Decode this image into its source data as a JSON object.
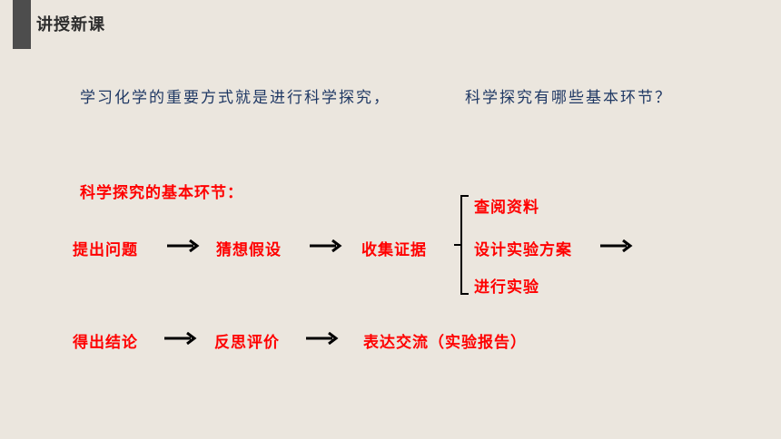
{
  "header": {
    "title": "讲授新课"
  },
  "intro": {
    "question_part1": "学习化学的重要方式就是进行科学探究，",
    "question_part2": "科学探究有哪些基本环节？"
  },
  "section": {
    "heading": "科学探究的基本环节："
  },
  "row1": {
    "step1": "提出问题",
    "step2": "猜想假设",
    "step3": "收集证据"
  },
  "branches": {
    "item1": "查阅资料",
    "item2": "设计实验方案",
    "item3": "进行实验"
  },
  "row2": {
    "step1": "得出结论",
    "step2": "反思评价",
    "step3": "表达交流（实验报告）"
  },
  "colors": {
    "background": "#ebe6de",
    "header_bar": "#4d4d4d",
    "question_text": "#1f3864",
    "step_text": "#ff0000",
    "arrow": "#000000"
  },
  "icons": {
    "arrow": "right-arrow-icon",
    "bracket": "left-brace-icon"
  }
}
